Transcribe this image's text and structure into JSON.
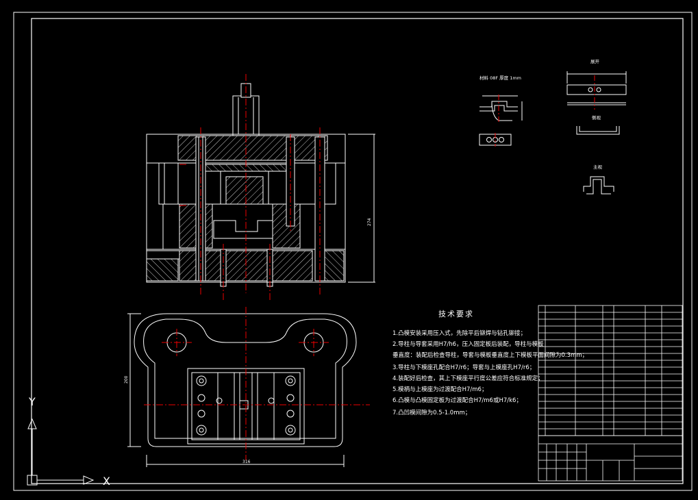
{
  "technical_requirements": {
    "title": "技术要求",
    "items": [
      "1.凸模安装采用压入式，先除平后铆焊与钻孔铆接；",
      "2.导柱与导套采用H7/h6，压入固定板后装配，导柱与模板",
      "  垂直度：装配后检查导柱，导套与模板垂直度上下模板平面间隙为0.3mm；",
      "3.导柱与下模座孔配合H7/r6；导套与上模座孔H7/r6；",
      "4.装配好后检查，其上下模座平行度公差应符合标准规定；",
      "5.模柄与上模座为过渡配合H7/m6；",
      "6.凸模与凸模固定板为过渡配合H7/m6或H7/k6；",
      "7.凸凹模间隙为0.5-1.0mm；"
    ]
  },
  "part_views": {
    "material_note": "材料 08F 厚度 1mm",
    "blank_label": "展开",
    "side_label": "侧视",
    "front_label": "主视"
  },
  "dimensions": {
    "width_bottom": "316",
    "height_right": "274",
    "height_plan": "200"
  },
  "ucs": {
    "y_label": "Y",
    "x_label": "X"
  }
}
